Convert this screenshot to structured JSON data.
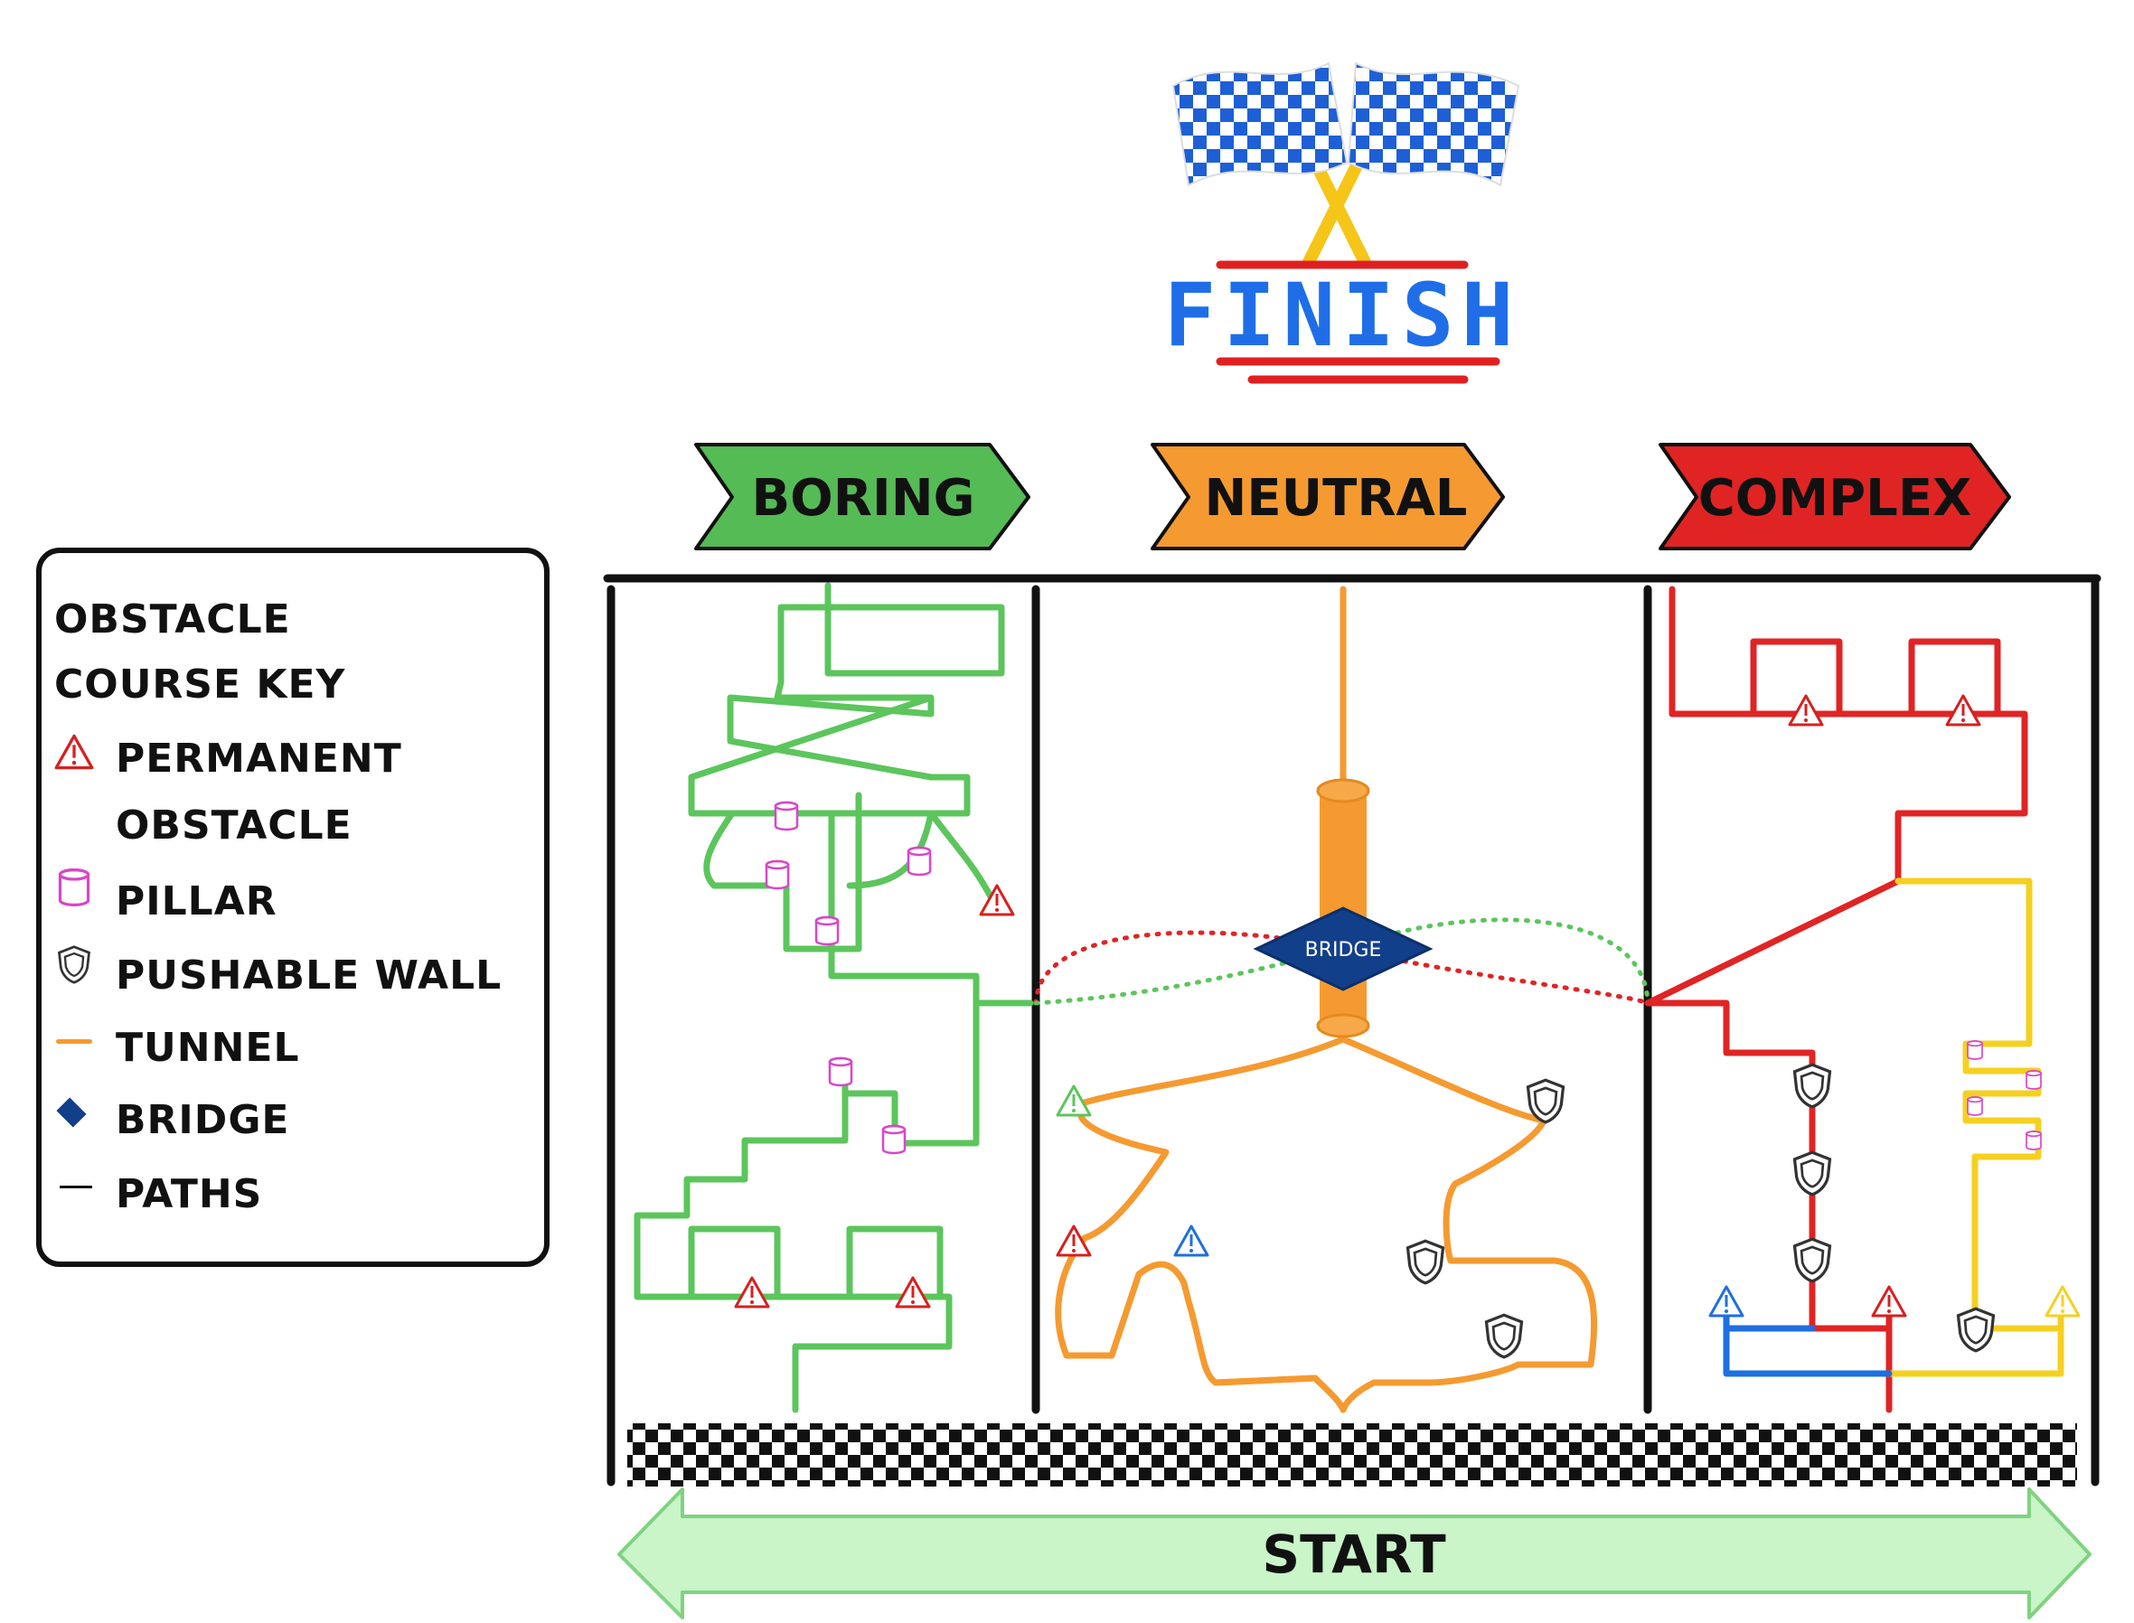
{
  "finish": {
    "label": "FINISH",
    "flag_color": "#1e5fd6",
    "text_color": "#1f6ee8",
    "underline_color": "#e02020"
  },
  "categories": [
    {
      "label": "BORING",
      "color": "#55bb55"
    },
    {
      "label": "NEUTRAL",
      "color": "#f59a30"
    },
    {
      "label": "COMPLEX",
      "color": "#e02424"
    }
  ],
  "key": {
    "title_line1": "OBSTACLE",
    "title_line2": "COURSE KEY",
    "items": [
      {
        "icon": "warning-triangle-icon",
        "label_line1": "PERMANENT",
        "label_line2": "OBSTACLE",
        "color": "#d62020"
      },
      {
        "icon": "pillar-icon",
        "label_line1": "PILLAR",
        "color": "#d946c9"
      },
      {
        "icon": "shield-icon",
        "label_line1": "PUSHABLE WALL",
        "color": "#333333"
      },
      {
        "icon": "tunnel-line-icon",
        "label_line1": "TUNNEL",
        "color": "#f59a30"
      },
      {
        "icon": "diamond-icon",
        "label_line1": "BRIDGE",
        "color": "#123f8a"
      },
      {
        "icon": "path-line-icon",
        "label_line1": "PATHS",
        "color": "#111111"
      }
    ]
  },
  "bridge_label": "BRIDGE",
  "start": {
    "label": "START",
    "fill": "#c9f5c9",
    "stroke": "#7fd37f"
  },
  "colors": {
    "green": "#5cc55c",
    "orange": "#f59a30",
    "red": "#e02424",
    "yellow": "#f5d020",
    "blue": "#1e6fe0",
    "pink": "#d946c9",
    "navy": "#123f8a"
  }
}
